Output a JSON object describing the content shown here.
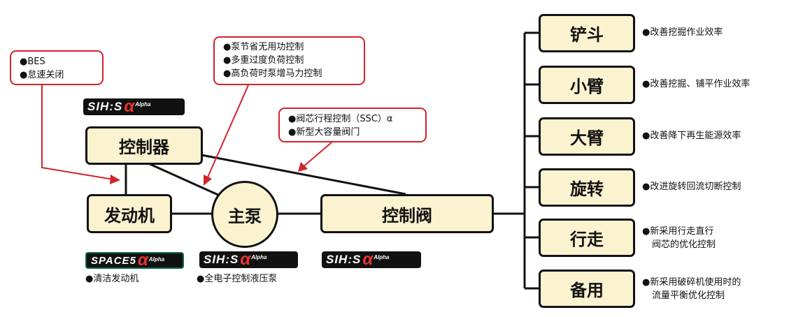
{
  "colors": {
    "box_fill": "#fbf2d0",
    "note_border": "#d2232a",
    "arrow": "#d2232a",
    "line": "#111111",
    "badge_bg": "#111111",
    "badge_accent": "#e8352e",
    "badge_space_bg": "#0e6b4f"
  },
  "nodes": {
    "controller": "控制器",
    "engine": "发动机",
    "main_pump": "主泵",
    "control_valve": "控制阀"
  },
  "functions": [
    {
      "label": "铲斗",
      "features": [
        "●改善挖掘作业效率"
      ]
    },
    {
      "label": "小臂",
      "features": [
        "●改善挖掘、铺平作业效率"
      ]
    },
    {
      "label": "大臂",
      "features": [
        "●改善降下再生能源效率"
      ]
    },
    {
      "label": "旋转",
      "features": [
        "●改进旋转回流切断控制"
      ]
    },
    {
      "label": "行走",
      "features": [
        "●新采用行走直行",
        "阀芯的优化控制"
      ]
    },
    {
      "label": "备用",
      "features": [
        "●新采用破碎机使用时的",
        "流量平衡优化控制"
      ]
    }
  ],
  "notes": {
    "engine_note": [
      "●BES",
      "●怠速关闭"
    ],
    "pump_note": [
      "●泵节省无用功控制",
      "●多重过度负荷控制",
      "●高负荷时泵增马力控制"
    ],
    "valve_note": [
      "●阀芯行程控制（SSC）α",
      "●新型大容量阀门"
    ]
  },
  "captions": {
    "engine_caption": "●清洁发动机",
    "pump_caption": "●全电子控制液压泵"
  },
  "badges": {
    "sihis_brand": "SIH:S",
    "space_brand": "SPACE5",
    "alpha_symbol": "α",
    "alpha_word": "Alpha"
  }
}
